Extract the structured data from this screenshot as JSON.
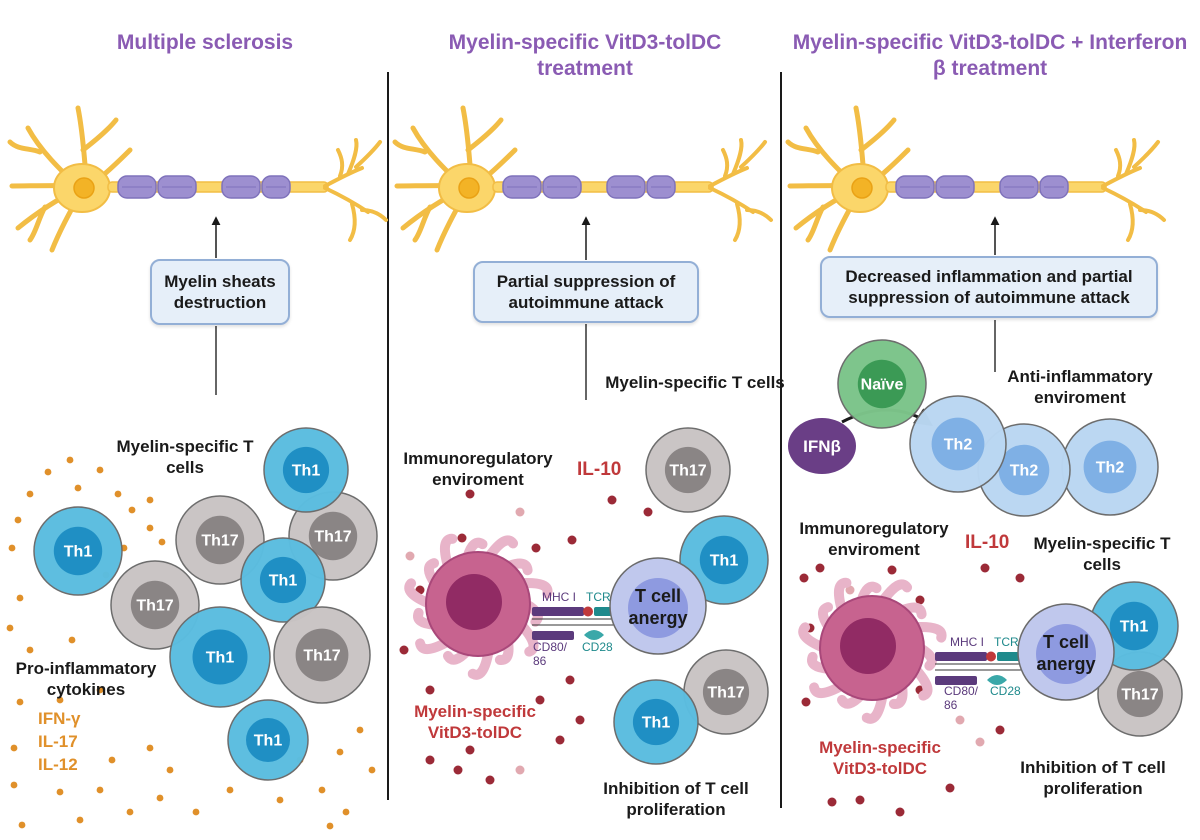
{
  "panels": [
    {
      "title": "Multiple sclerosis",
      "box": "Myelin sheats destruction",
      "tcells_label": "Myelin-specific T cells",
      "cytokines_label": "Pro-inflammatory cytokines",
      "cytokines": [
        "IFN-γ",
        "IL-17",
        "IL-12"
      ]
    },
    {
      "title": "Myelin-specific VitD3-tolDC treatment",
      "box": "Partial suppression of autoimmune attack",
      "tcells_label": "Myelin-specific T cells",
      "env_label": "Immunoregulatory enviroment",
      "il10": "IL-10",
      "dc_label": "Myelin-specific VitD3-tolDC",
      "inhibition": "Inhibition of T cell proliferation"
    },
    {
      "title": "Myelin-specific VitD3-tolDC + Interferon β treatment",
      "box": "Decreased inflammation and partial suppression of autoimmune attack",
      "anti_label": "Anti-inflammatory enviroment",
      "env_label": "Immunoregulatory enviroment",
      "il10": "IL-10",
      "tcells_label": "Myelin-specific T cells",
      "dc_label": "Myelin-specific VitD3-tolDC",
      "inhibition": "Inhibition of T cell proliferation"
    }
  ],
  "cell_labels": {
    "th1": "Th1",
    "th17": "Th17",
    "th2": "Th2",
    "naive": "Naïve",
    "ifnb": "IFNβ",
    "anergy": "T cell anergy"
  },
  "synapse": {
    "mhc": "MHC I",
    "tcr": "TCR",
    "cd80": "CD80/ 86",
    "cd28": "CD28"
  },
  "colors": {
    "title": "#8a5bb3",
    "th1": "#5bbde0",
    "th1_nucleus": "#1f8fc4",
    "th17": "#c9c4c4",
    "th17_nucleus": "#8a8585",
    "th2": "#bad7f2",
    "th2_nucleus": "#7fb0e5",
    "naive": "#7cc48a",
    "naive_nucleus": "#3b9a55",
    "ifnb": "#6a3e86",
    "dc": "#c7638f",
    "dc_nucleus": "#912b64",
    "neuron": "#fbd66a",
    "myelin": "#9d8fd0",
    "cytokine": "#e0902a",
    "il10_dot": "#9b2a37"
  }
}
